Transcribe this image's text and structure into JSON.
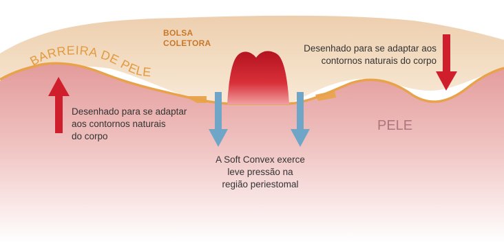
{
  "labels": {
    "pouch": "BOLSA COLETORA",
    "pouch_line1": "BOLSA",
    "pouch_line2": "COLETORA",
    "barrier": "BARREIRA DE PELE",
    "skin": "PELE",
    "left_note": [
      "Desenhado para se adaptar",
      "aos contornos naturais",
      "do corpo"
    ],
    "right_note": [
      "Desenhado para se adaptar aos",
      "contornos naturais do corpo"
    ],
    "center_note": [
      "A Soft Convex exerce",
      "leve pressão na",
      "região periestomal"
    ]
  },
  "colors": {
    "pouch": "#f3dcc0",
    "barrier_line": "#e8a24a",
    "skin_top": "#e7a3a1",
    "skin_bottom": "#ffffff",
    "stoma": "#c81e2a",
    "red_arrow": "#cf1f2c",
    "blue_arrow": "#6fa6c8",
    "barrier_text": "#e39a3f",
    "pouch_text": "#c8782a",
    "skin_text": "#b0747e"
  },
  "icons": [
    "red-up-arrow",
    "red-down-arrow",
    "blue-down-arrow"
  ]
}
